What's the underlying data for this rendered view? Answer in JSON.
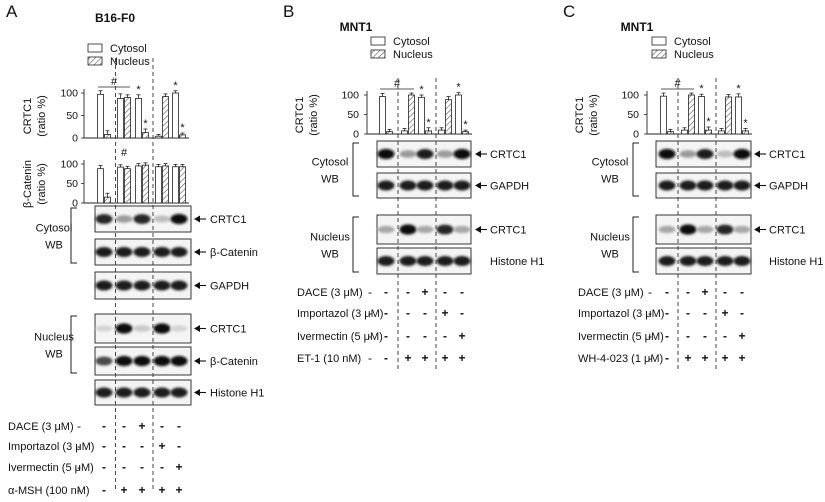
{
  "panels": [
    {
      "id": "A",
      "letter": "A",
      "title": "B16-F0",
      "legend": [
        "Cytosol",
        "Nucleus"
      ],
      "charts": [
        {
          "ylabel": "CRTC1",
          "yunit": "(ratio %)",
          "ticks": [
            "100",
            "50",
            "0"
          ],
          "cytosol": [
            97,
            88,
            88,
            4,
            100
          ],
          "nucleus": [
            8,
            90,
            12,
            92,
            7
          ],
          "cytosol_err": [
            8,
            10,
            8,
            4,
            5
          ],
          "nucleus_err": [
            8,
            6,
            8,
            6,
            4
          ],
          "cytosol_marks": [
            "",
            "",
            "*",
            "",
            "*"
          ],
          "nucleus_marks": [
            "",
            "",
            "*",
            "",
            "*"
          ],
          "hash": {
            "label": "#",
            "from": 0,
            "to": 1
          }
        },
        {
          "ylabel": "β-Catenin",
          "yunit": "(ratio %)",
          "ticks": [
            "100",
            "50",
            "0"
          ],
          "cytosol": [
            88,
            92,
            95,
            93,
            93
          ],
          "nucleus": [
            15,
            88,
            97,
            95,
            93
          ],
          "cytosol_err": [
            8,
            6,
            6,
            6,
            6
          ],
          "nucleus_err": [
            10,
            6,
            6,
            6,
            6
          ],
          "cytosol_marks": [
            "",
            "",
            "",
            "",
            ""
          ],
          "nucleus_marks": [
            "",
            "",
            "",
            "",
            ""
          ],
          "hash": {
            "label": "#",
            "from": 1,
            "to": 1
          }
        }
      ],
      "blot_groups": [
        {
          "name": "Cytosol",
          "sub": "WB",
          "bands": [
            {
              "label": "CRTC1",
              "arrow": true,
              "intensity": [
                0.85,
                0.35,
                0.85,
                0.2,
                0.95
              ]
            },
            {
              "label": "β-Catenin",
              "arrow": true,
              "intensity": [
                0.9,
                0.9,
                0.9,
                0.9,
                0.9
              ]
            }
          ]
        },
        {
          "name": "",
          "sub": "",
          "bands": [
            {
              "label": "GAPDH",
              "arrow": true,
              "intensity": [
                0.9,
                0.9,
                0.9,
                0.9,
                0.9
              ]
            }
          ]
        },
        {
          "name": "Nucleus",
          "sub": "WB",
          "bands": [
            {
              "label": "CRTC1",
              "arrow": true,
              "intensity": [
                0.1,
                0.95,
                0.15,
                0.95,
                0.1
              ]
            },
            {
              "label": "β-Catenin",
              "arrow": true,
              "intensity": [
                0.7,
                0.95,
                0.95,
                0.95,
                0.95
              ]
            }
          ]
        },
        {
          "name": "",
          "sub": "",
          "bands": [
            {
              "label": "Histone H1",
              "arrow": true,
              "intensity": [
                0.9,
                0.9,
                0.9,
                0.9,
                0.9
              ]
            }
          ]
        }
      ],
      "treatments": [
        {
          "label": "DACE (3 μM)",
          "values": [
            "-",
            "-",
            "+",
            "-",
            "-"
          ]
        },
        {
          "label": "Importazol (3 μM)",
          "values": [
            "-",
            "-",
            "-",
            "+",
            "-"
          ]
        },
        {
          "label": "Ivermectin (5 μM)",
          "values": [
            "-",
            "-",
            "-",
            "-",
            "+"
          ]
        },
        {
          "label": "α-MSH (100 nM)",
          "values": [
            "-",
            "+",
            "+",
            "+",
            "+"
          ]
        }
      ]
    },
    {
      "id": "B",
      "letter": "B",
      "title": "MNT1",
      "legend": [
        "Cytosol",
        "Nucleus"
      ],
      "charts": [
        {
          "ylabel": "CRTC1",
          "yunit": "(ratio %)",
          "ticks": [
            "100",
            "50",
            "0"
          ],
          "cytosol": [
            96,
            8,
            94,
            10,
            100
          ],
          "nucleus": [
            6,
            100,
            8,
            88,
            6
          ],
          "cytosol_err": [
            8,
            6,
            6,
            6,
            6
          ],
          "nucleus_err": [
            6,
            5,
            8,
            8,
            4
          ],
          "cytosol_marks": [
            "",
            "",
            "*",
            "",
            "*"
          ],
          "nucleus_marks": [
            "",
            "",
            "*",
            "",
            "*"
          ],
          "hash": {
            "label": "#",
            "from": 0,
            "to": 1
          }
        }
      ],
      "blot_groups": [
        {
          "name": "Cytosol",
          "sub": "WB",
          "bands": [
            {
              "label": "CRTC1",
              "arrow": true,
              "intensity": [
                0.95,
                0.35,
                0.9,
                0.35,
                0.95
              ]
            },
            {
              "label": "GAPDH",
              "arrow": true,
              "intensity": [
                0.9,
                0.9,
                0.9,
                0.9,
                0.9
              ]
            }
          ]
        },
        {
          "name": "Nucleus",
          "sub": "WB",
          "bands": [
            {
              "label": "CRTC1",
              "arrow": true,
              "intensity": [
                0.3,
                0.95,
                0.3,
                0.85,
                0.3
              ]
            },
            {
              "label": "Histone H1",
              "arrow": false,
              "intensity": [
                0.9,
                0.9,
                0.9,
                0.9,
                0.9
              ]
            }
          ]
        }
      ],
      "treatments": [
        {
          "label": "DACE (3 μM)",
          "values": [
            "-",
            "-",
            "+",
            "-",
            "-"
          ]
        },
        {
          "label": "Importazol (3 μM)",
          "values": [
            "-",
            "-",
            "-",
            "+",
            "-"
          ]
        },
        {
          "label": "Ivermectin (5 μM)",
          "values": [
            "-",
            "-",
            "-",
            "-",
            "+"
          ]
        },
        {
          "label": "ET-1 (10 nM)",
          "values": [
            "-",
            "+",
            "+",
            "+",
            "+"
          ]
        }
      ]
    },
    {
      "id": "C",
      "letter": "C",
      "title": "MNT1",
      "legend": [
        "Cytosol",
        "Nucleus"
      ],
      "charts": [
        {
          "ylabel": "CRTC1",
          "yunit": "(ratio %)",
          "ticks": [
            "100",
            "50",
            "0"
          ],
          "cytosol": [
            97,
            10,
            96,
            8,
            95
          ],
          "nucleus": [
            6,
            100,
            10,
            95,
            8
          ],
          "cytosol_err": [
            8,
            6,
            6,
            6,
            8
          ],
          "nucleus_err": [
            6,
            5,
            8,
            6,
            6
          ],
          "cytosol_marks": [
            "",
            "",
            "*",
            "",
            "*"
          ],
          "nucleus_marks": [
            "",
            "",
            "*",
            "",
            "*"
          ],
          "hash": {
            "label": "#",
            "from": 0,
            "to": 1
          }
        }
      ],
      "blot_groups": [
        {
          "name": "Cytosol",
          "sub": "WB",
          "bands": [
            {
              "label": "CRTC1",
              "arrow": true,
              "intensity": [
                0.95,
                0.35,
                0.9,
                0.2,
                0.95
              ]
            },
            {
              "label": "GAPDH",
              "arrow": true,
              "intensity": [
                0.9,
                0.9,
                0.9,
                0.9,
                0.9
              ]
            }
          ]
        },
        {
          "name": "Nucleus",
          "sub": "WB",
          "bands": [
            {
              "label": "CRTC1",
              "arrow": true,
              "intensity": [
                0.3,
                0.95,
                0.3,
                0.85,
                0.3
              ]
            },
            {
              "label": "Histone H1",
              "arrow": false,
              "intensity": [
                0.9,
                0.9,
                0.9,
                0.9,
                0.9
              ]
            }
          ]
        }
      ],
      "treatments": [
        {
          "label": "DACE (3 μM)",
          "values": [
            "-",
            "-",
            "+",
            "-",
            "-"
          ]
        },
        {
          "label": "Importazol (3 μM)",
          "values": [
            "-",
            "-",
            "-",
            "+",
            "-"
          ]
        },
        {
          "label": "Ivermectin (5 μM)",
          "values": [
            "-",
            "-",
            "-",
            "-",
            "+"
          ]
        },
        {
          "label": "WH-4-023 (1 μM)",
          "values": [
            "-",
            "+",
            "+",
            "+",
            "+"
          ]
        }
      ]
    }
  ]
}
